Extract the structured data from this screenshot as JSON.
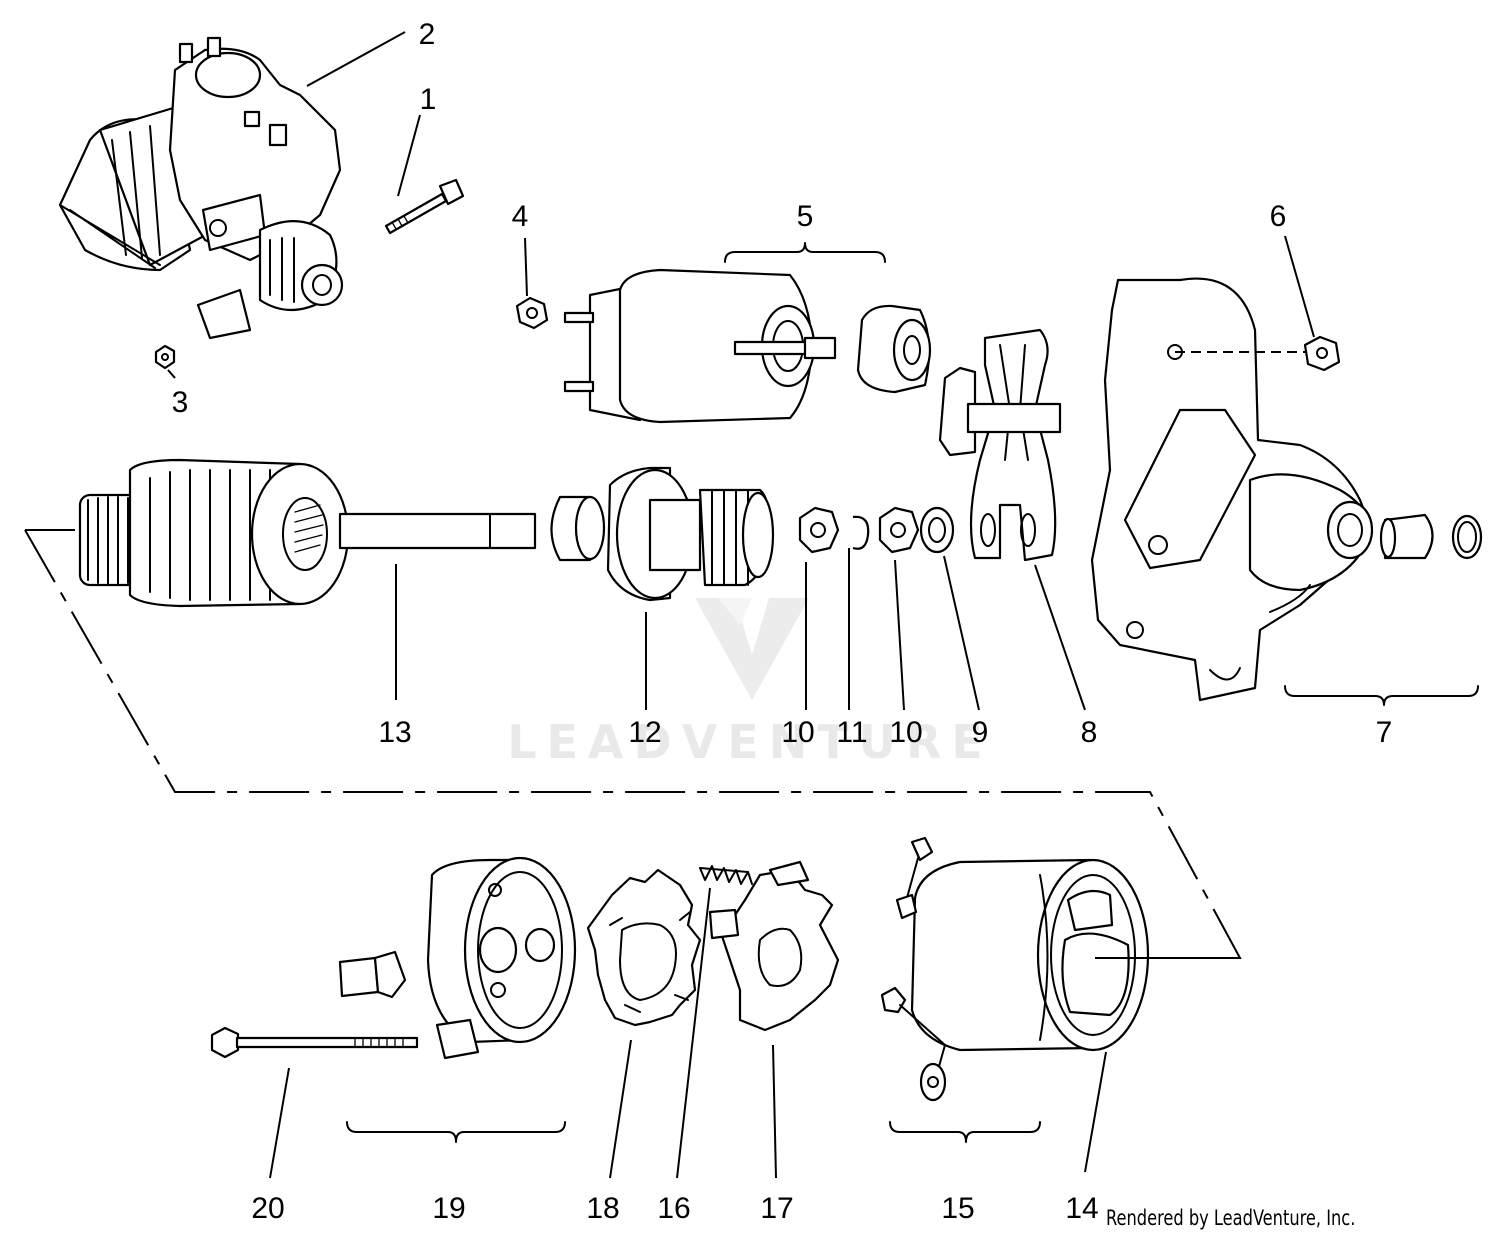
{
  "watermark": "LEADVENTURE",
  "credit": "Rendered by LeadVenture, Inc.",
  "callouts": [
    "1",
    "2",
    "3",
    "4",
    "5",
    "6",
    "7",
    "8",
    "9",
    "10",
    "11",
    "10",
    "12",
    "13",
    "14",
    "15",
    "16",
    "17",
    "18",
    "19",
    "20"
  ]
}
